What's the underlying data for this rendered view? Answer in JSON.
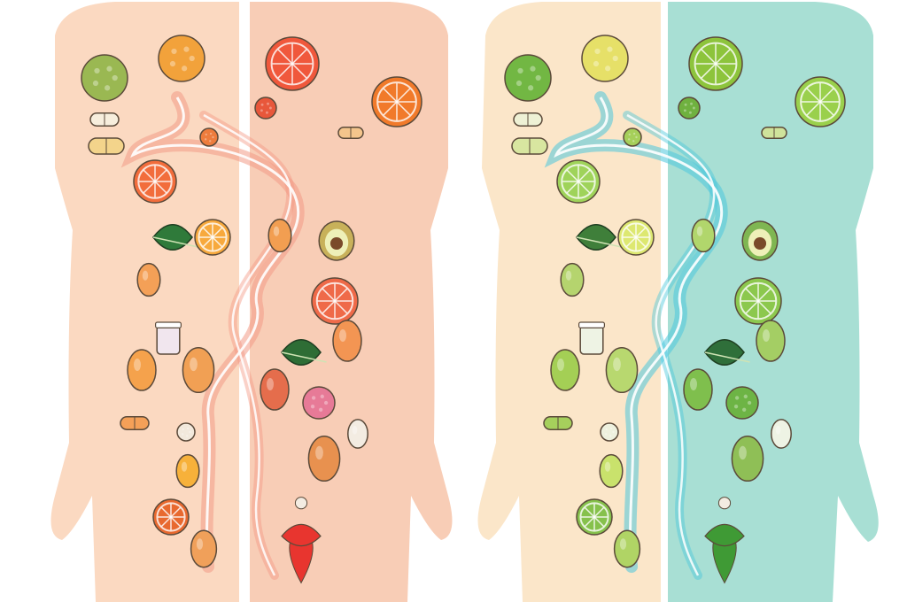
{
  "scene": {
    "figures": [
      {
        "name": "warm-body",
        "left_tint": "#fbd9c1",
        "right_tint": "#f8cdb6",
        "stream_color": "#f39a86",
        "items_left": [
          {
            "kind": "broccoli",
            "color": "#9ab852"
          },
          {
            "kind": "orange",
            "color": "#f2a23b"
          },
          {
            "kind": "pill",
            "color": "#f7eedd"
          },
          {
            "kind": "pill",
            "color": "#f3d48b"
          },
          {
            "kind": "citrus",
            "color": "#f26d3c"
          },
          {
            "kind": "berry",
            "color": "#ee7c3c"
          },
          {
            "kind": "leaf",
            "color": "#2f7a3a"
          },
          {
            "kind": "citrus",
            "color": "#f7a93d"
          },
          {
            "kind": "oval",
            "color": "#f4a057"
          },
          {
            "kind": "jar",
            "color": "#f1e6ee"
          },
          {
            "kind": "oval",
            "color": "#f5a24c"
          },
          {
            "kind": "oval",
            "color": "#f1a054"
          },
          {
            "kind": "oval",
            "color": "#f4a058"
          },
          {
            "kind": "pill",
            "color": "#f2e9dc"
          },
          {
            "kind": "berry",
            "color": "#e8692f"
          },
          {
            "kind": "citrus",
            "color": "#f7b13a"
          },
          {
            "kind": "oval",
            "color": "#f0a05a"
          }
        ],
        "items_right": [
          {
            "kind": "citrus",
            "color": "#f0583c"
          },
          {
            "kind": "berry",
            "color": "#e8573b"
          },
          {
            "kind": "citrus",
            "color": "#f17a2a"
          },
          {
            "kind": "oval",
            "color": "#f29e51"
          },
          {
            "kind": "pill",
            "color": "#f4c58c"
          },
          {
            "kind": "avocado",
            "color": "#c8b15a"
          },
          {
            "kind": "citrus",
            "color": "#ef6a49"
          },
          {
            "kind": "oval",
            "color": "#f39553"
          },
          {
            "kind": "leaf",
            "color": "#2e6d35"
          },
          {
            "kind": "oval",
            "color": "#e56d4c"
          },
          {
            "kind": "berry",
            "color": "#e77a97"
          },
          {
            "kind": "oval",
            "color": "#f3ece2"
          },
          {
            "kind": "oval",
            "color": "#e8914f"
          },
          {
            "kind": "pepper",
            "color": "#e8352f"
          }
        ]
      },
      {
        "name": "green-body",
        "left_tint": "#fbe6c9",
        "right_tint": "#a8dfd4",
        "stream_color": "#4cc7dc",
        "items_left": [
          {
            "kind": "broccoli",
            "color": "#72b743"
          },
          {
            "kind": "orange",
            "color": "#e6e068"
          },
          {
            "kind": "pill",
            "color": "#eef1d5"
          },
          {
            "kind": "pill",
            "color": "#d8e6a0"
          },
          {
            "kind": "citrus",
            "color": "#9fd35a"
          },
          {
            "kind": "berry",
            "color": "#a6cf5a"
          },
          {
            "kind": "leaf",
            "color": "#3f7f3a"
          },
          {
            "kind": "citrus",
            "color": "#dde871"
          },
          {
            "kind": "oval",
            "color": "#b5d46e"
          },
          {
            "kind": "jar",
            "color": "#eef3e4"
          },
          {
            "kind": "oval",
            "color": "#a4cf55"
          },
          {
            "kind": "oval",
            "color": "#b8d86f"
          },
          {
            "kind": "oval",
            "color": "#a6d05c"
          },
          {
            "kind": "pill",
            "color": "#eef1de"
          },
          {
            "kind": "berry",
            "color": "#86c14c"
          },
          {
            "kind": "citrus",
            "color": "#c9e26c"
          },
          {
            "kind": "oval",
            "color": "#b0d465"
          }
        ],
        "items_right": [
          {
            "kind": "citrus",
            "color": "#8dc43c"
          },
          {
            "kind": "berry",
            "color": "#6fb13f"
          },
          {
            "kind": "citrus",
            "color": "#9ad04c"
          },
          {
            "kind": "oval",
            "color": "#b1d66c"
          },
          {
            "kind": "pill",
            "color": "#cfe39b"
          },
          {
            "kind": "avocado",
            "color": "#7fb652"
          },
          {
            "kind": "citrus",
            "color": "#8cc84e"
          },
          {
            "kind": "oval",
            "color": "#a4ce64"
          },
          {
            "kind": "leaf",
            "color": "#2f6f3a"
          },
          {
            "kind": "oval",
            "color": "#7fbf4d"
          },
          {
            "kind": "berry",
            "color": "#6db445"
          },
          {
            "kind": "oval",
            "color": "#eef3e4"
          },
          {
            "kind": "oval",
            "color": "#8fbf56"
          },
          {
            "kind": "pepper",
            "color": "#3f9a35"
          }
        ]
      }
    ]
  }
}
